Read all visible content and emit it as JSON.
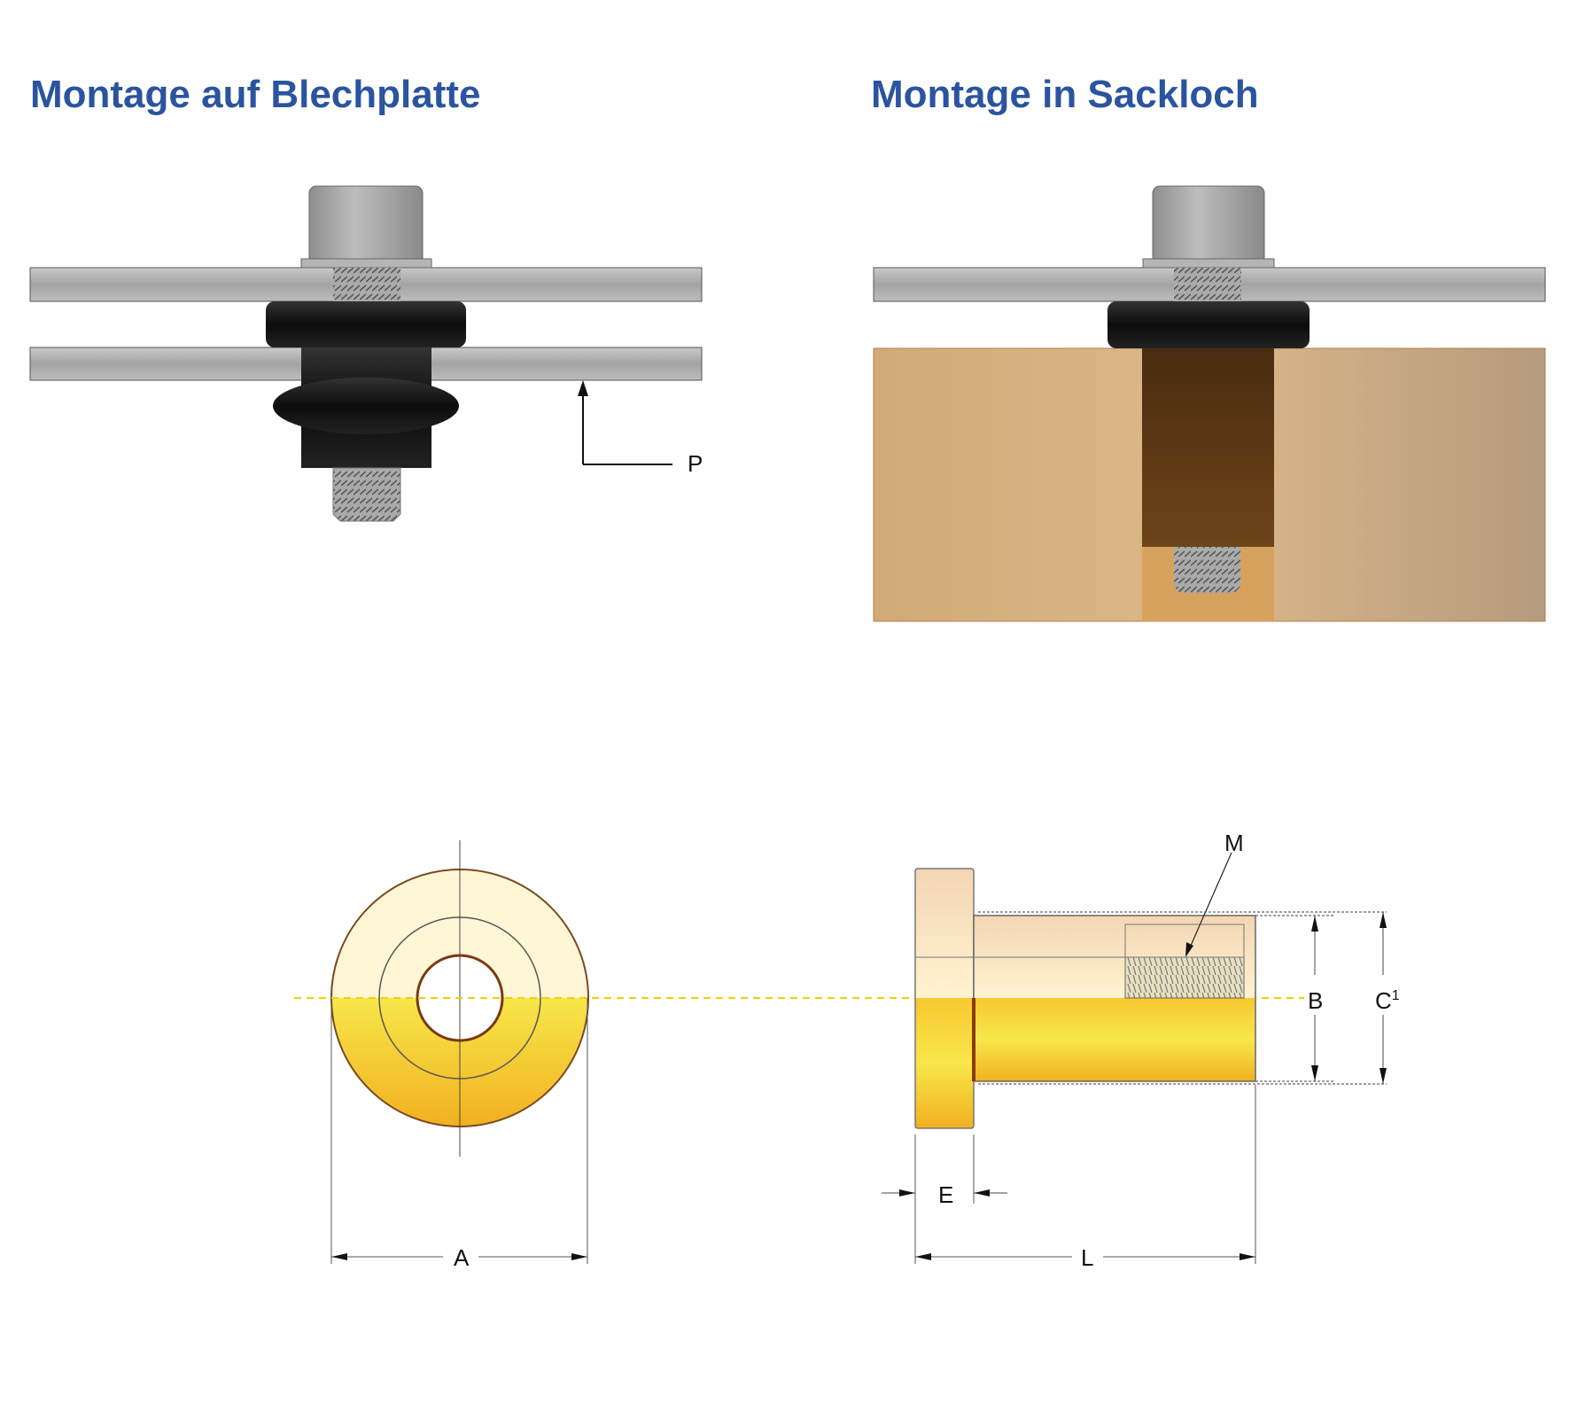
{
  "titles": {
    "sheet_metal": "Montage auf Blechplatte",
    "blind_hole": "Montage in Sackloch"
  },
  "labels": {
    "p": "P",
    "a": "A",
    "b": "B",
    "c": "C",
    "c_superscript": "1",
    "e": "E",
    "l": "L",
    "m": "M"
  },
  "colors": {
    "title": "#2b54a0",
    "rubber": "#151515",
    "steel": "#a9a9a9",
    "wood": "#d4b080",
    "brass": "#f5d740"
  }
}
